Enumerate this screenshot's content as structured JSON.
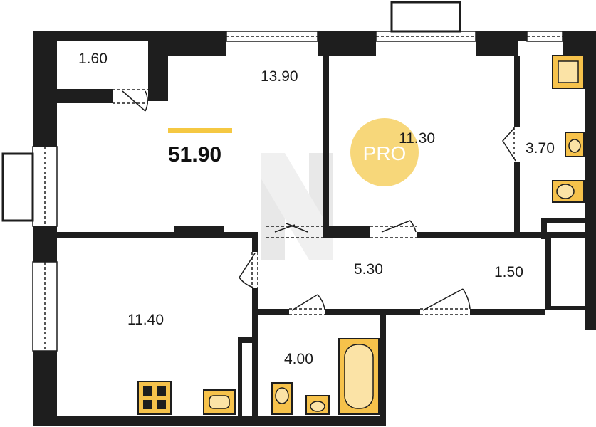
{
  "plan": {
    "total_area": "51.90",
    "badge": "PRO",
    "colors": {
      "wall": "#1e1e1e",
      "accent": "#f5c842",
      "badge_bg": "#f7d77a",
      "fixture_fill": "#f6c24b",
      "watermark": "#d8d8d8"
    },
    "rooms": {
      "storage": "1.60",
      "living": "13.90",
      "bedroom": "11.30",
      "bathroom": "3.70",
      "hall": "5.30",
      "closet": "1.50",
      "kitchen": "11.40",
      "washroom": "4.00"
    },
    "icons": {
      "watermark": "letter-h-watermark-icon",
      "stove": "stove-icon",
      "sink": "sink-icon",
      "toilet": "toilet-icon",
      "bathtub": "bathtub-icon"
    }
  }
}
